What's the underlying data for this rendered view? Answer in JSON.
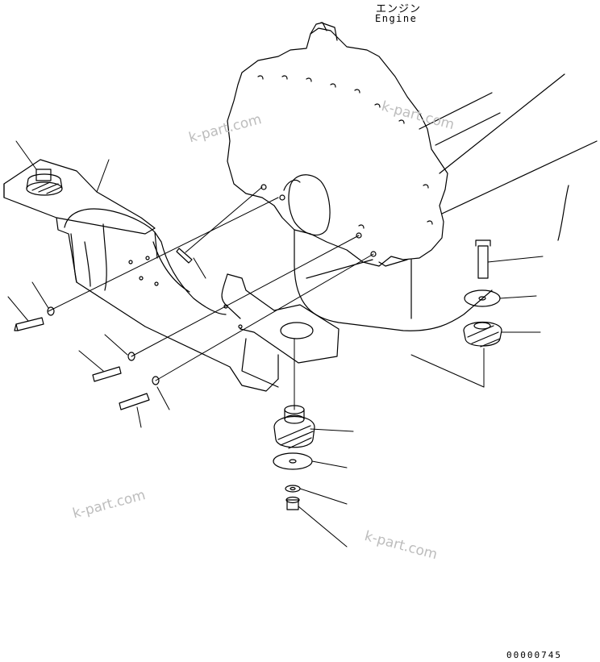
{
  "labels": {
    "engine_jp": "エンジン",
    "engine_en": "Engine",
    "doc_number": "00000745"
  },
  "watermarks": [
    "k-part.com",
    "k-part.com",
    "k-part.com",
    "k-part.com"
  ],
  "colors": {
    "line": "#000000",
    "watermark": "#bdbdbd",
    "background": "#ffffff"
  }
}
